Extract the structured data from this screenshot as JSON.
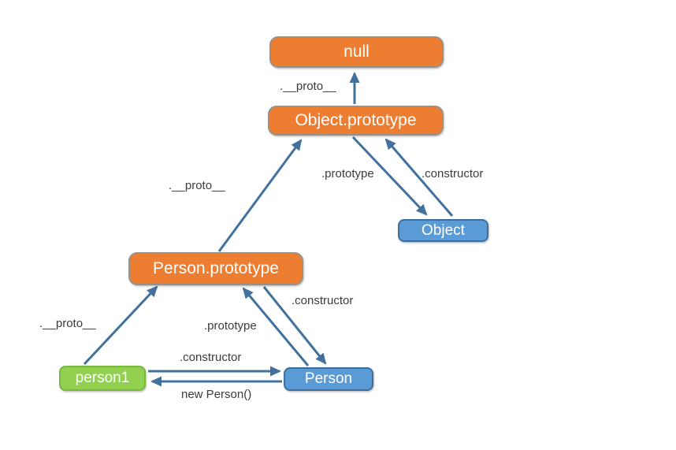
{
  "diagram": {
    "description": "JavaScript prototype chain diagram",
    "colors": {
      "prototype_box_fill": "#ED7D31",
      "prototype_box_border": "#98918A",
      "constructor_box_fill": "#5B9BD5",
      "constructor_box_border": "#3F6E9E",
      "instance_box_fill": "#92D050",
      "instance_box_border": "#79B93F",
      "arrow": "#41719C",
      "box_text": "#FFFFFF",
      "label_text": "#3B3B3B"
    },
    "nodes": [
      {
        "id": "null",
        "label": "null",
        "kind": "prototype"
      },
      {
        "id": "object-prototype",
        "label": "Object.prototype",
        "kind": "prototype"
      },
      {
        "id": "object",
        "label": "Object",
        "kind": "constructor"
      },
      {
        "id": "person-prototype",
        "label": "Person.prototype",
        "kind": "prototype"
      },
      {
        "id": "person",
        "label": "Person",
        "kind": "constructor"
      },
      {
        "id": "person1",
        "label": "person1",
        "kind": "instance"
      }
    ],
    "edges": [
      {
        "from": "Object.prototype",
        "to": "null",
        "label": ".__proto__"
      },
      {
        "from": "Object",
        "to": "Object.prototype",
        "label": ".prototype"
      },
      {
        "from": "Object.prototype",
        "to": "Object",
        "label": ".constructor"
      },
      {
        "from": "Person.prototype",
        "to": "Object.prototype",
        "label": ".__proto__"
      },
      {
        "from": "Person.prototype",
        "to": "Person",
        "label": ".constructor"
      },
      {
        "from": "Person",
        "to": "Person.prototype",
        "label": ".prototype"
      },
      {
        "from": "person1",
        "to": "Person.prototype",
        "label": ".__proto__"
      },
      {
        "from": "person1",
        "to": "Person",
        "label": ".constructor"
      },
      {
        "from": "Person",
        "to": "person1",
        "label": "new Person()"
      }
    ]
  }
}
